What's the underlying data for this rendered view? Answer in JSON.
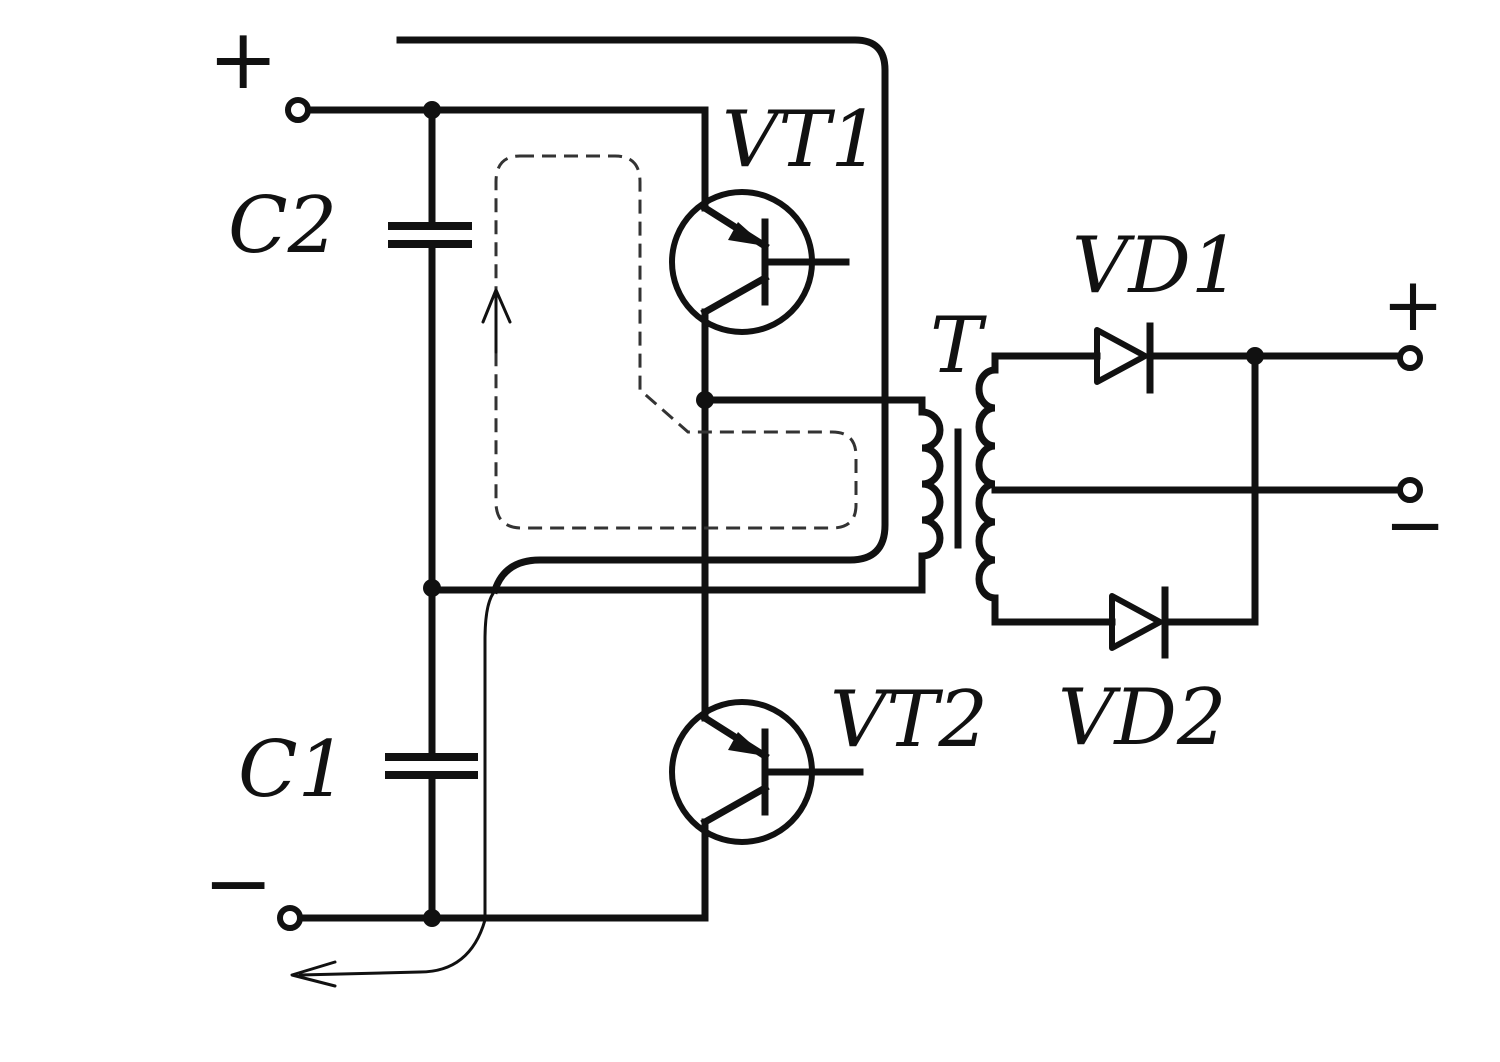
{
  "labels": {
    "vt1": "VT1",
    "vt2": "VT2",
    "c1": "C1",
    "c2": "C2",
    "vd1": "VD1",
    "vd2": "VD2",
    "t": "T"
  },
  "signs": {
    "input_plus": "+",
    "input_minus": "−",
    "output_plus": "+",
    "output_minus": "−"
  },
  "colors": {
    "ink": "#111111",
    "background": "#ffffff"
  }
}
